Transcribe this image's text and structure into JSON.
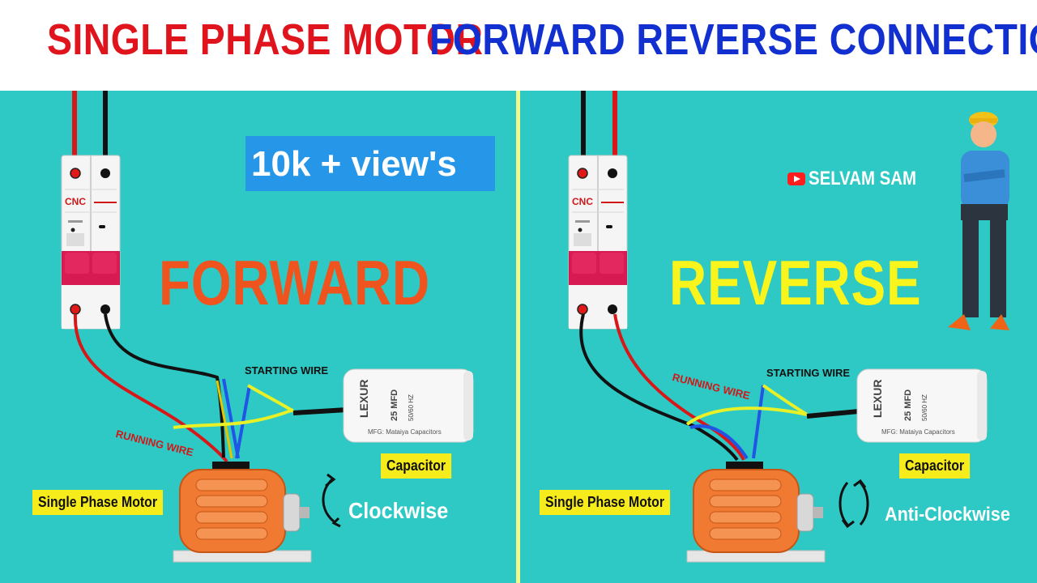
{
  "title": {
    "part1": "SINGLE PHASE MOTOR",
    "part2": "FORWARD REVERSE CONNECTION"
  },
  "badge": {
    "views": "10k + view's"
  },
  "channel": {
    "name": "SELVAM SAM",
    "icon": "youtube-icon"
  },
  "left": {
    "mode": "FORWARD",
    "mcb_brand": "CNC",
    "starting_wire": "STARTING WIRE",
    "running_wire": "RUNNING WIRE",
    "capacitor": "Capacitor",
    "motor": "Single Phase Motor",
    "rotation": "Clockwise"
  },
  "right": {
    "mode": "REVERSE",
    "mcb_brand": "CNC",
    "starting_wire": "STARTING WIRE",
    "running_wire": "RUNNING WIRE",
    "capacitor": "Capacitor",
    "motor": "Single Phase Motor",
    "rotation": "Anti-Clockwise"
  },
  "capacitor_label": {
    "brand": "LEXUR",
    "rating": "25 MFD",
    "freq": "50/60 HZ",
    "maker": "MFG: Mataiya Capacitors"
  },
  "colors": {
    "background": "#2ec9c4",
    "title_red": "#e0141c",
    "title_blue": "#1230d0",
    "forward": "#f0541e",
    "reverse": "#f8f41c",
    "label_bg": "#f6ec1c",
    "views_bg": "#2596e8",
    "motor": "#f07a32"
  }
}
